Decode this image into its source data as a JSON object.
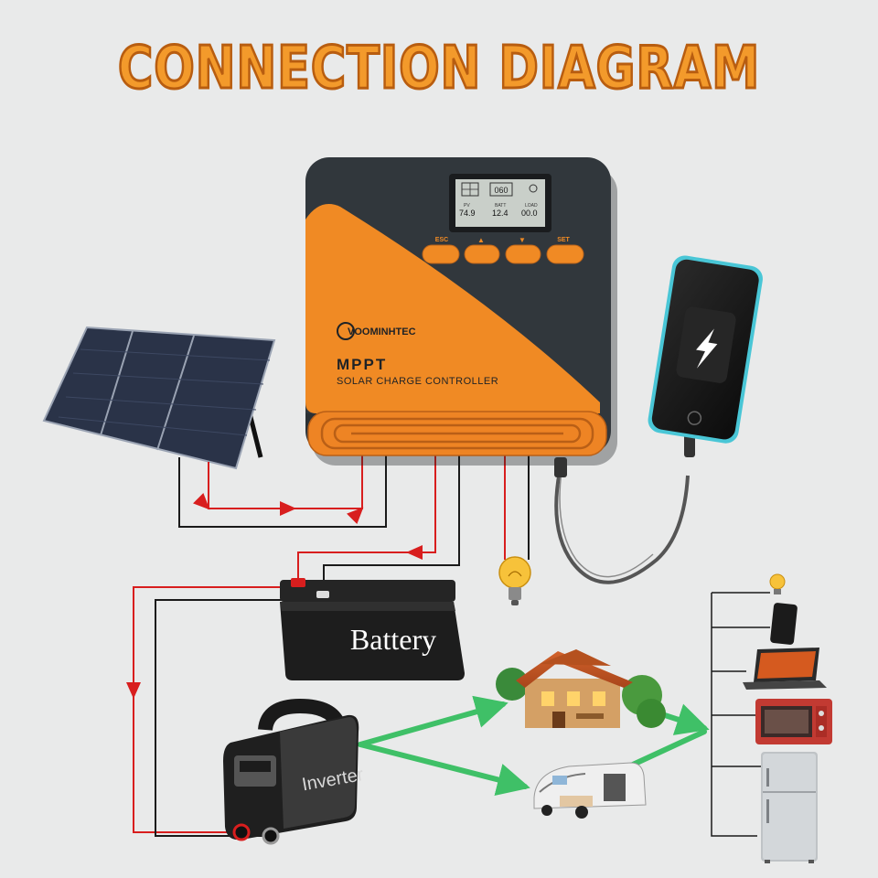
{
  "title": "CONNECTION DIAGRAM",
  "controller": {
    "brand": "VOOMINHTEC",
    "model": "MPPT",
    "subtitle": "SOLAR CHARGE CONTROLLER",
    "buttons": [
      "ESC",
      "▲",
      "▼",
      "SET"
    ],
    "lcd": {
      "top_value": "060",
      "pv_label": "PV",
      "pv_value": "74.9",
      "batt_label": "BATT",
      "batt_value": "12.4",
      "load_label": "LOAD",
      "load_value": "00.0"
    }
  },
  "battery": {
    "label": "Battery"
  },
  "inverter": {
    "label": "Inverter"
  },
  "colors": {
    "positive_wire": "#d81e1e",
    "negative_wire": "#1a1a1a",
    "ac_line": "#3fc067",
    "accent": "#f08a24"
  }
}
